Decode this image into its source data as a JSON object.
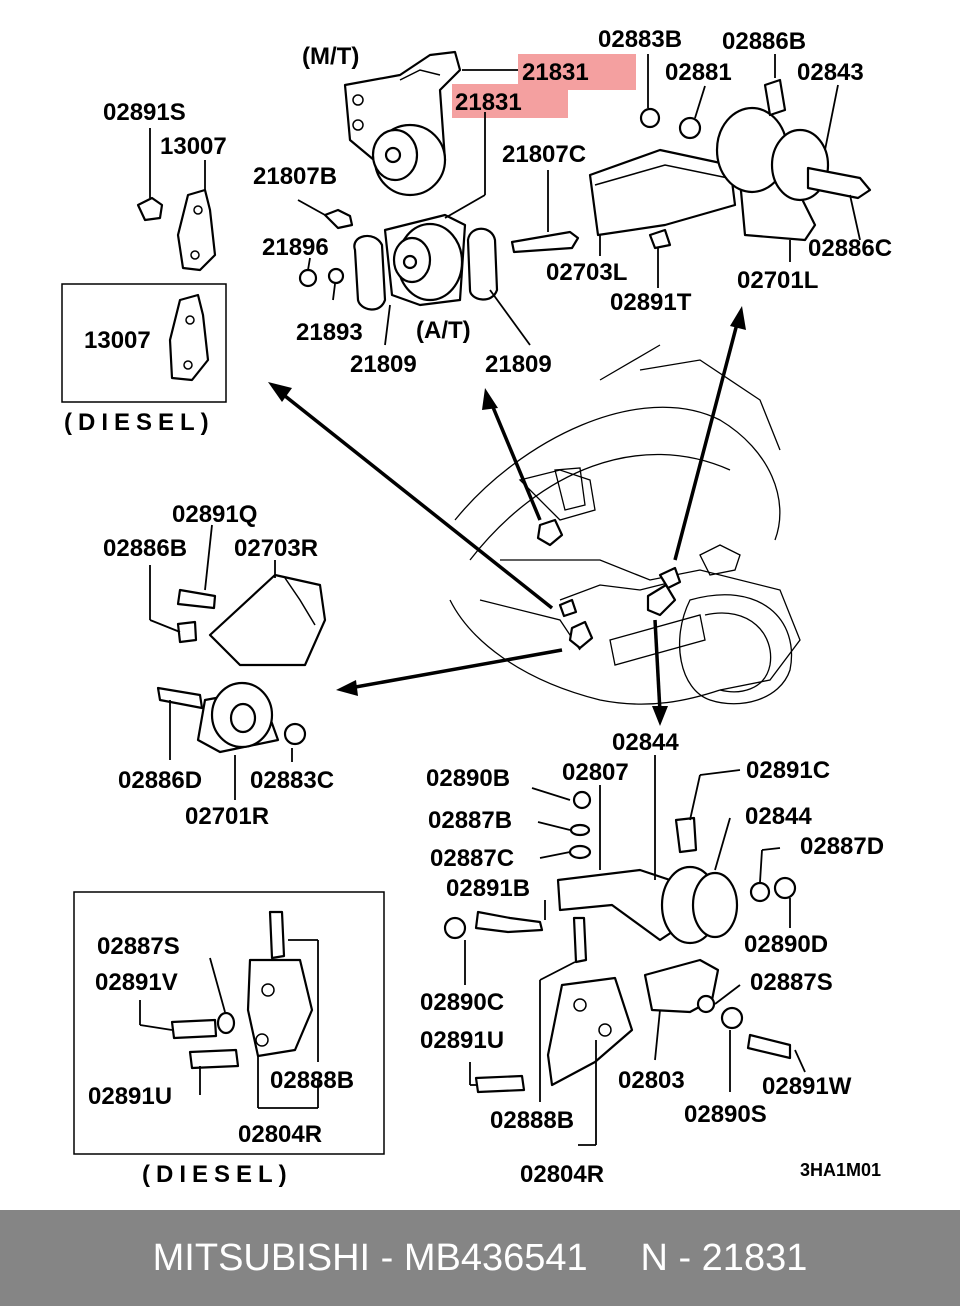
{
  "labels": {
    "mt": "(M/T)",
    "p21831a": "21831",
    "p21831b": "21831",
    "p02883B": "02883B",
    "p02886B_top": "02886B",
    "p02881": "02881",
    "p02843": "02843",
    "p02891S": "02891S",
    "p13007": "13007",
    "p13007_diesel": "13007",
    "p21807B": "21807B",
    "p21807C": "21807C",
    "p21896": "21896",
    "p21893": "21893",
    "p21809a": "21809",
    "p21809b": "21809",
    "at": "(A/T)",
    "p02703L": "02703L",
    "p02891T": "02891T",
    "p02701L": "02701L",
    "p02886C": "02886C",
    "diesel_top": "(DIESEL)",
    "p02891Q": "02891Q",
    "p02886B_mid": "02886B",
    "p02703R": "02703R",
    "p02886D": "02886D",
    "p02883C": "02883C",
    "p02701R": "02701R",
    "p02844_top": "02844",
    "p02890B": "02890B",
    "p02807": "02807",
    "p02891C": "02891C",
    "p02887B": "02887B",
    "p02844_right": "02844",
    "p02887C": "02887C",
    "p02887D": "02887D",
    "p02891B": "02891B",
    "p02890D": "02890D",
    "p02890C": "02890C",
    "p02887S_right": "02887S",
    "p02891U_right": "02891U",
    "p02803": "02803",
    "p02891W": "02891W",
    "p02888B_right": "02888B",
    "p02890S": "02890S",
    "p02804R_right": "02804R",
    "p02887S_left": "02887S",
    "p02891V": "02891V",
    "p02888B_left": "02888B",
    "p02891U_left": "02891U",
    "p02804R_left": "02804R",
    "diesel_bottom": "(DIESEL)",
    "code": "3HA1M01"
  },
  "footer": {
    "text": "MITSUBISHI - MB436541     N - 21831"
  },
  "colors": {
    "highlight": "#f4a0a0",
    "footer_bg": "#858585",
    "footer_text": "#ffffff"
  }
}
